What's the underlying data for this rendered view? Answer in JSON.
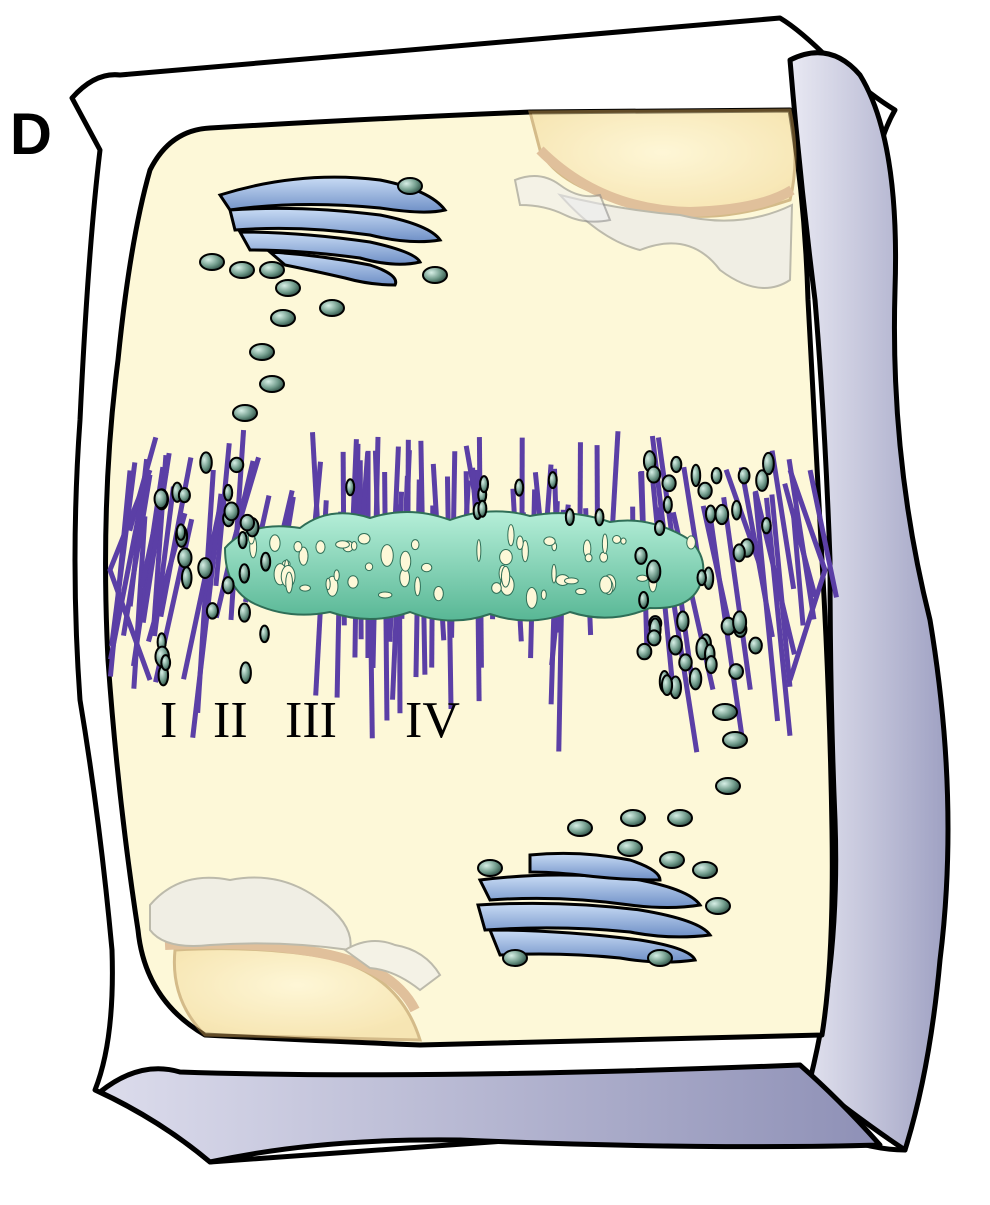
{
  "panel": {
    "letter": "D"
  },
  "zones": [
    {
      "id": "I",
      "label": "I"
    },
    {
      "id": "II",
      "label": "II"
    },
    {
      "id": "III",
      "label": "III"
    },
    {
      "id": "IV",
      "label": "IV"
    }
  ],
  "colors": {
    "cytoplasm": "#fdf8d8",
    "wall_face": "#ffffff",
    "wall_shade": "#b8b9d3",
    "microtubule": "#5b3fa6",
    "cell_plate": "#7fd7b8",
    "golgi": "#8fb0de",
    "vesicle": "#6f9a8a",
    "nucleus": "#f4dda0",
    "er": "#e3e3ea"
  }
}
